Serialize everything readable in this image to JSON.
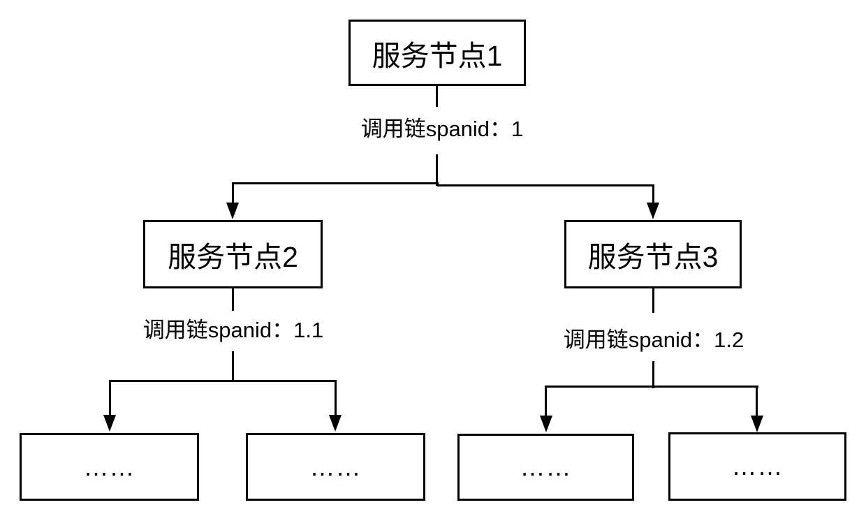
{
  "diagram": {
    "root": {
      "label": "服务节点1",
      "span_label": "调用链spanid：1"
    },
    "children": [
      {
        "label": "服务节点2",
        "span_label": "调用链spanid：1.1"
      },
      {
        "label": "服务节点3",
        "span_label": "调用链spanid：1.2"
      }
    ],
    "leaves": [
      "……",
      "……",
      "……",
      "……"
    ],
    "colors": {
      "line": "#000000",
      "box_border": "#000000",
      "text": "#000000",
      "background": "#ffffff"
    }
  }
}
